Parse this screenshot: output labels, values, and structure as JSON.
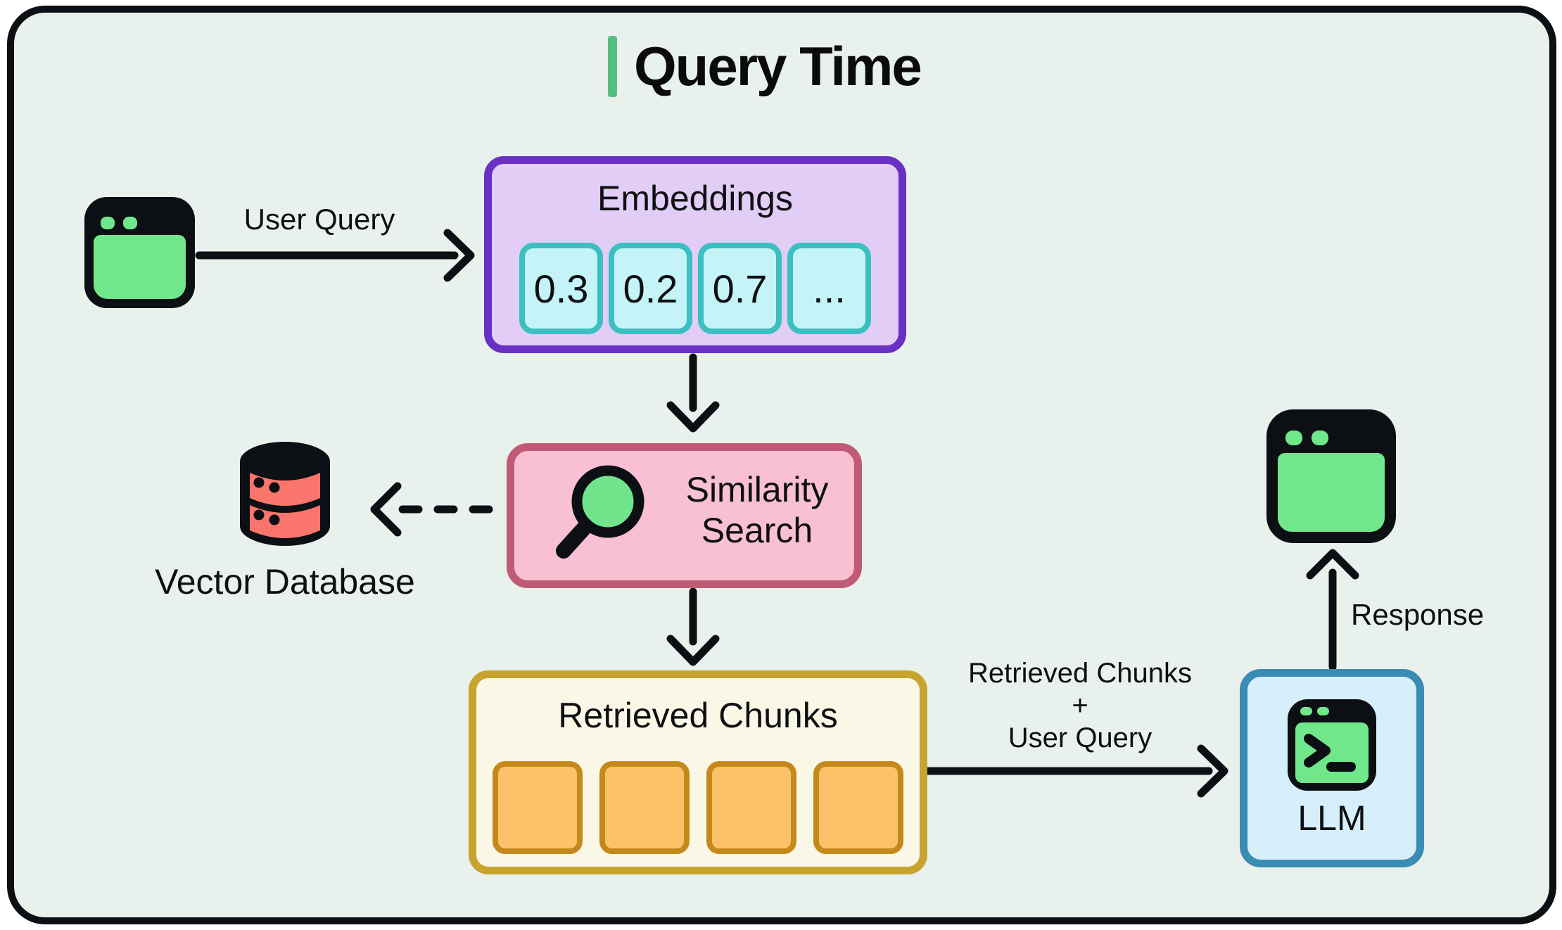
{
  "title": {
    "text": "Query Time"
  },
  "nodes": {
    "user_app": {
      "icon": "browser-window-icon"
    },
    "embeddings": {
      "label": "Embeddings",
      "chips": [
        "0.3",
        "0.2",
        "0.7",
        "..."
      ]
    },
    "similarity_search": {
      "label_line1": "Similarity",
      "label_line2": "Search",
      "icon": "magnifier-icon"
    },
    "vector_database": {
      "label": "Vector Database",
      "icon": "database-icon"
    },
    "retrieved_chunks": {
      "label": "Retrieved Chunks",
      "chunk_count": 4
    },
    "llm": {
      "label": "LLM",
      "icon": "terminal-icon"
    },
    "response_app": {
      "icon": "browser-window-icon"
    }
  },
  "edges": {
    "user_query": {
      "label": "User Query",
      "style": "solid"
    },
    "embeddings_to_search": {
      "style": "solid"
    },
    "search_to_vector_db": {
      "style": "dashed"
    },
    "search_to_chunks": {
      "style": "solid"
    },
    "chunks_to_llm": {
      "label_line1": "Retrieved Chunks",
      "label_line2": "+",
      "label_line3": "User Query",
      "style": "solid"
    },
    "llm_to_response": {
      "label": "Response",
      "style": "solid"
    }
  },
  "colors": {
    "canvas_bg": "#e9f1ed",
    "frame_border": "#0c0f13",
    "accent_green": "#53bf85",
    "icon_green": "#71e78c",
    "purple_border": "#6a2fc4",
    "purple_fill": "#e1cdf6",
    "teal_border": "#3bbfc0",
    "cyan_fill": "#c5f4f8",
    "rose_border": "#c05a76",
    "pink_fill": "#f9c0d4",
    "db_red": "#fa756c",
    "gold_border": "#c7a42f",
    "cream_fill": "#faf7e6",
    "orange_fill": "#fbc269",
    "orange_border": "#c5891b",
    "blue_border": "#3a8cb4",
    "blue_fill": "#d7effa",
    "text": "#0e1012"
  }
}
